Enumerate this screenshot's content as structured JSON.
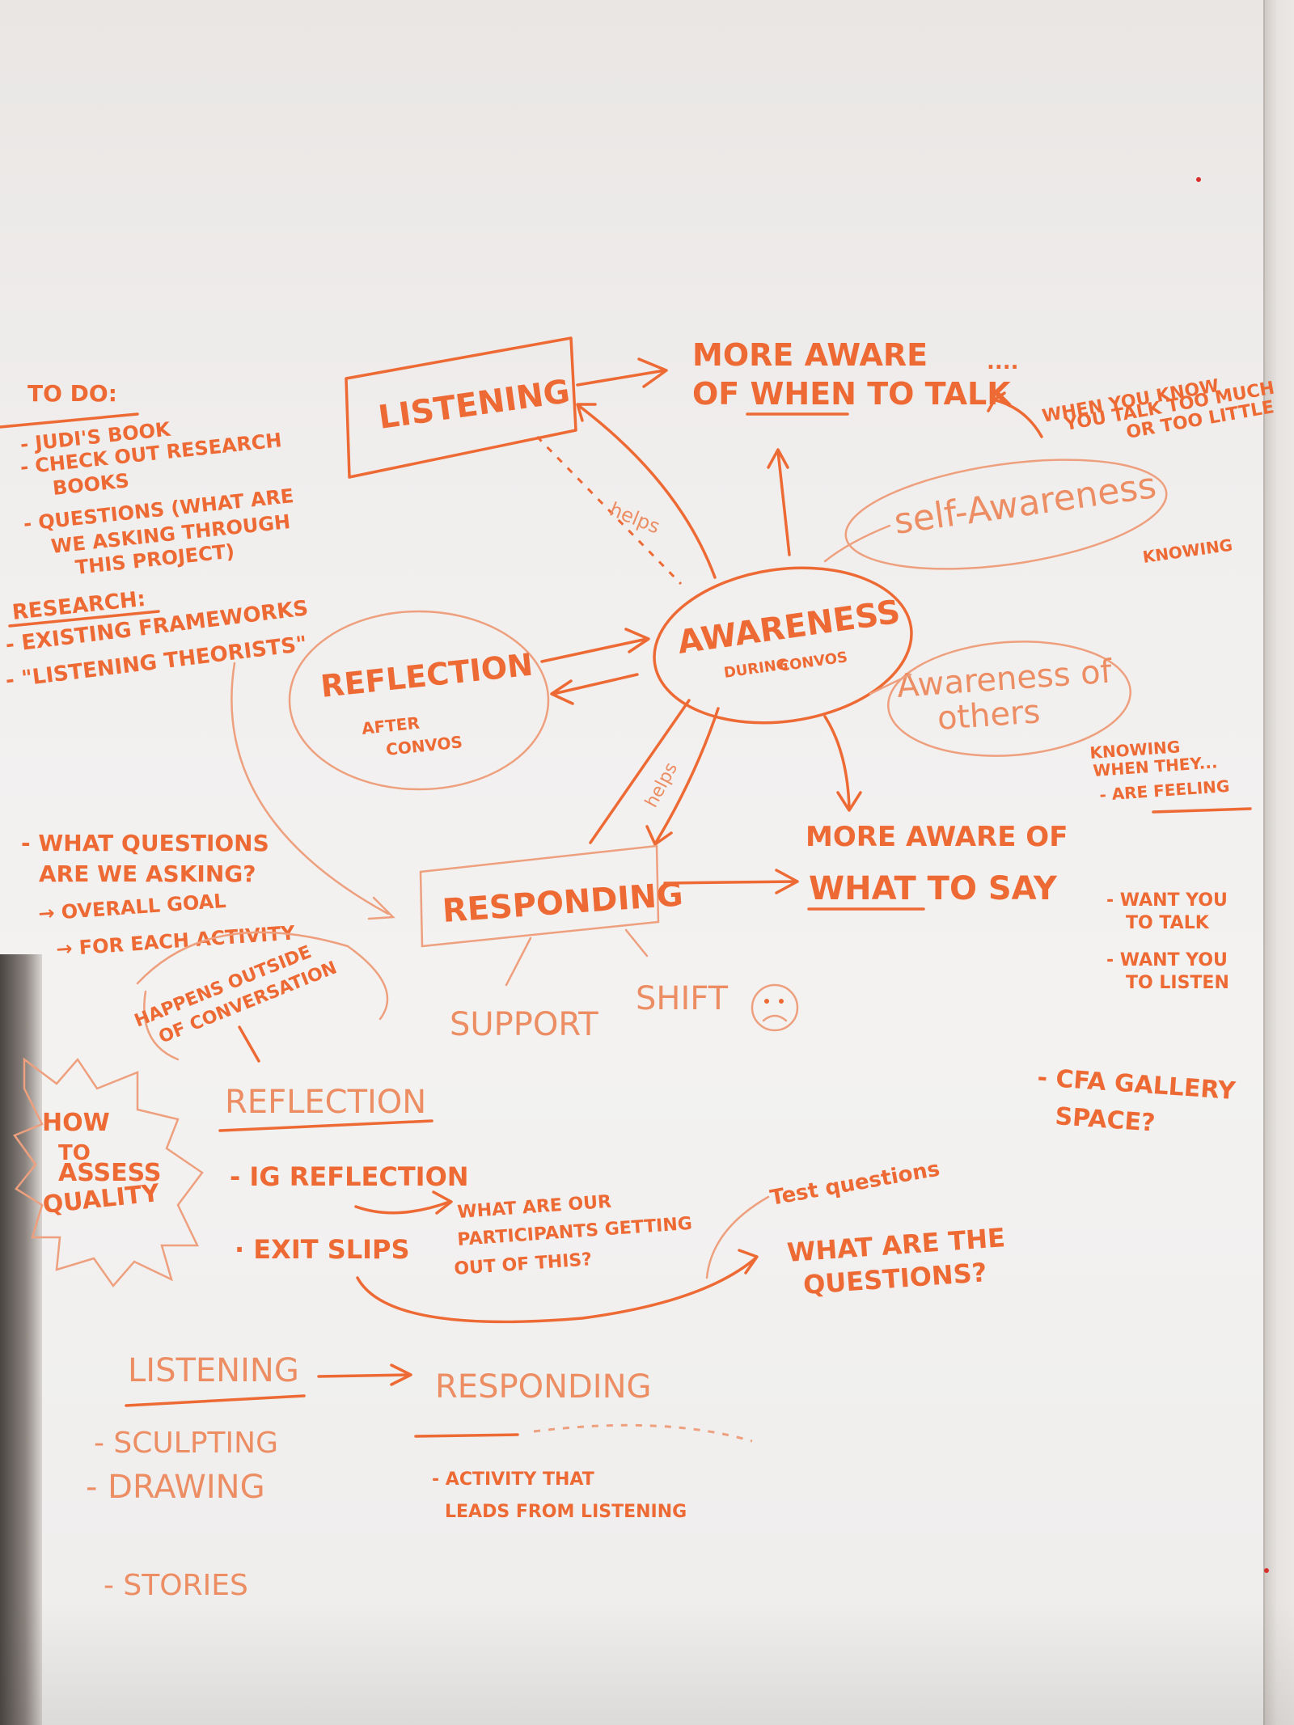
{
  "todo": {
    "title": "TO DO:",
    "items": [
      "- JUDI'S BOOK",
      "- CHECK OUT RESEARCH",
      "BOOKS",
      "- QUESTIONS (WHAT ARE",
      "WE ASKING THROUGH",
      "THIS PROJECT)"
    ]
  },
  "research": {
    "title": "RESEARCH:",
    "items": [
      "- EXISTING FRAMEWORKS",
      "- \"LISTENING THEORISTS\""
    ]
  },
  "map": {
    "listening": "LISTENING",
    "more_aware_when_1": "MORE AWARE",
    "more_aware_when_2": "OF WHEN TO TALK",
    "ellipsis": "....",
    "when_you_know_1": "WHEN YOU KNOW",
    "when_you_know_2": "YOU TALK TOO MUCH",
    "when_you_know_3": "OR TOO LITTLE",
    "helps_top": "helps",
    "self_awareness": "self-Awareness",
    "knowing": "KNOWING",
    "reflection": "REFLECTION",
    "reflection_sub_1": "AFTER",
    "reflection_sub_2": "CONVOS",
    "awareness": "AWARENESS",
    "awareness_sub_1": "DURING",
    "awareness_sub_2": "CONVOS",
    "awareness_of_others_1": "Awareness of",
    "awareness_of_others_2": "others",
    "knowing_when_1": "KNOWING",
    "knowing_when_2": "WHEN THEY...",
    "knowing_when_3": "- ARE FEELING",
    "helps_mid": "helps",
    "more_aware_what_1": "MORE AWARE OF",
    "more_aware_what_2": "WHAT TO SAY",
    "want_talk_1": "- WANT YOU",
    "want_talk_2": "TO TALK",
    "want_listen_1": "- WANT YOU",
    "want_listen_2": "TO LISTEN",
    "responding": "RESPONDING",
    "support": "SUPPORT",
    "shift": "SHIFT"
  },
  "questions": {
    "items": [
      "- WHAT QUESTIONS",
      "ARE WE ASKING?",
      "→ OVERALL GOAL",
      "→ FOR EACH ACTIVITY"
    ]
  },
  "outside": {
    "line1": "HAPPENS OUTSIDE",
    "line2": "OF CONVERSATION"
  },
  "assess": {
    "line1": "HOW",
    "line2": "TO",
    "line3": "ASSESS",
    "line4": "QUALITY"
  },
  "reflection_section": {
    "title": "REFLECTION",
    "item1": "- IG REFLECTION",
    "item2": "· EXIT SLIPS",
    "participants_1": "WHAT ARE OUR",
    "participants_2": "PARTICIPANTS GETTING",
    "participants_3": "OUT OF THIS?",
    "test_questions": "Test questions",
    "what_questions_1": "WHAT ARE THE",
    "what_questions_2": "QUESTIONS?"
  },
  "cfa": {
    "line1": "- CFA GALLERY",
    "line2": "SPACE?"
  },
  "activities": {
    "listening": "LISTENING",
    "responding": "RESPONDING",
    "items": [
      "- SCULPTING",
      "- DRAWING",
      "- STORIES"
    ],
    "activity_1": "- ACTIVITY THAT",
    "activity_2": "LEADS FROM LISTENING"
  }
}
